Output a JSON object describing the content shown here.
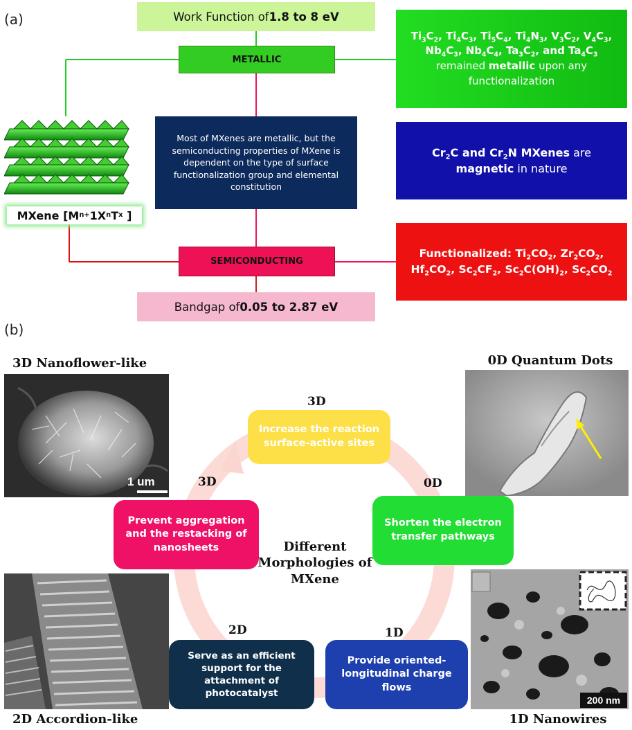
{
  "panel_a": {
    "label": "(a)",
    "work_function": {
      "prefix": "Work Function of ",
      "value": "1.8 to 8 eV"
    },
    "metallic_label": "METALLIC",
    "semiconducting_label": "SEMICONDUCTING",
    "bandgap": {
      "prefix": "Bandgap of ",
      "value": "0.05 to 2.87 eV"
    },
    "center_text": "Most of MXenes are metallic, but the semiconducting properties of MXene is dependent on the type of surface functionalization group and elemental constitution",
    "metallic_list_tail": "remained ",
    "metallic_word": "metallic",
    "metallic_list_end": " upon any functionalization",
    "magnetic_a": "Cr",
    "magnetic_b": "C and Cr",
    "magnetic_c": "N MXenes",
    "magnetic_d": " are ",
    "magnetic_e": "magnetic",
    "magnetic_f": " in nature",
    "functionalized_label": "Functionalized:",
    "mxene_name": "MXene",
    "colors": {
      "green": "#22cc22",
      "red": "#ee1111",
      "navy": "#0a2a66",
      "blue": "#1414aa",
      "pink": "#ee1155"
    }
  },
  "panel_b": {
    "label": "(b)",
    "center_title": "Different Morphologies of MXene",
    "images": {
      "nanoflower": "3D Nanoflower-like",
      "quantum_dots": "0D Quantum Dots",
      "accordion": "2D Accordion-like",
      "nanowires": "1D Nanowires",
      "scale_1um": "1 um",
      "scale_200nm": "200 nm"
    },
    "nodes": [
      {
        "tag": "3D",
        "text": "Increase the reaction surface-active sites",
        "color": "#fde047"
      },
      {
        "tag": "0D",
        "text": "Shorten the electron transfer pathways",
        "color": "#22dd33"
      },
      {
        "tag": "1D",
        "text": "Provide oriented-longitudinal charge flows",
        "color": "#1e40af"
      },
      {
        "tag": "2D",
        "text": "Serve as an efficient support for the attachment of photocatalyst",
        "color": "#0f2f4a"
      },
      {
        "tag": "3D",
        "text": "Prevent aggregation and the restacking of nanosheets",
        "color": "#ee1166"
      }
    ]
  }
}
